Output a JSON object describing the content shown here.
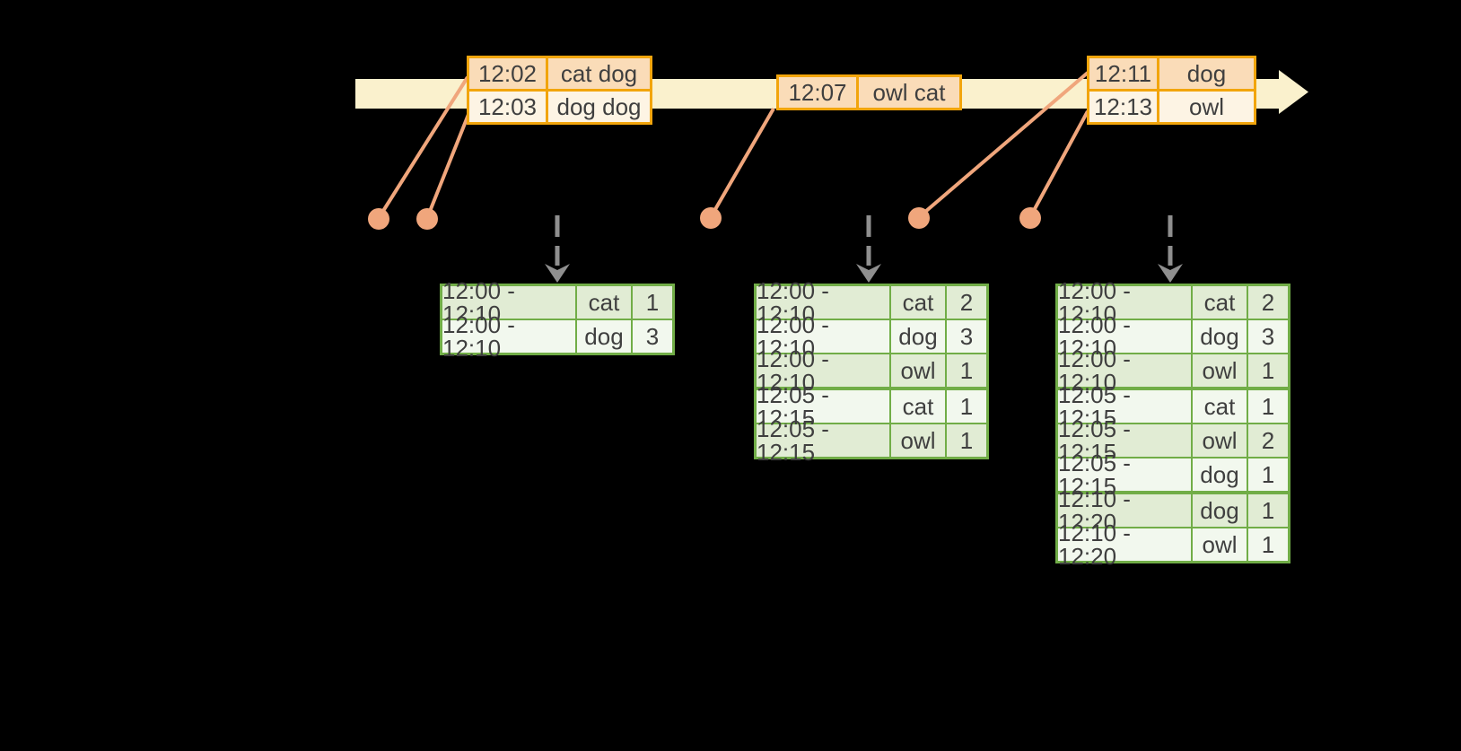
{
  "colors": {
    "background": "#000000",
    "text": "#3f3f3f",
    "timeline_band": "#faf1cd",
    "event_border": "#f2a50c",
    "event_row_dark": "#fadcb8",
    "event_row_light": "#fdf4e4",
    "connector": "#f0a67c",
    "trigger_arrow": "#8f8f8f",
    "result_border": "#71ad47",
    "result_row_dark": "#e1ecd4",
    "result_row_light": "#f2f8ee"
  },
  "timeline": {
    "event_batches": [
      {
        "rows": [
          {
            "time": "12:02",
            "words": "cat dog"
          },
          {
            "time": "12:03",
            "words": "dog dog"
          }
        ]
      },
      {
        "rows": [
          {
            "time": "12:07",
            "words": "owl cat"
          }
        ]
      },
      {
        "rows": [
          {
            "time": "12:11",
            "words": "dog"
          },
          {
            "time": "12:13",
            "words": "owl"
          }
        ]
      }
    ]
  },
  "result_tables": [
    {
      "rows": [
        [
          "12:00 - 12:10",
          "cat",
          "1"
        ],
        [
          "12:00 - 12:10",
          "dog",
          "3"
        ]
      ],
      "group_breaks": []
    },
    {
      "rows": [
        [
          "12:00 - 12:10",
          "cat",
          "2"
        ],
        [
          "12:00 - 12:10",
          "dog",
          "3"
        ],
        [
          "12:00 - 12:10",
          "owl",
          "1"
        ],
        [
          "12:05 - 12:15",
          "cat",
          "1"
        ],
        [
          "12:05 - 12:15",
          "owl",
          "1"
        ]
      ],
      "group_breaks": [
        3
      ]
    },
    {
      "rows": [
        [
          "12:00 - 12:10",
          "cat",
          "2"
        ],
        [
          "12:00 - 12:10",
          "dog",
          "3"
        ],
        [
          "12:00 - 12:10",
          "owl",
          "1"
        ],
        [
          "12:05 - 12:15",
          "cat",
          "1"
        ],
        [
          "12:05 - 12:15",
          "owl",
          "2"
        ],
        [
          "12:05 - 12:15",
          "dog",
          "1"
        ],
        [
          "12:10 - 12:20",
          "dog",
          "1"
        ],
        [
          "12:10 - 12:20",
          "owl",
          "1"
        ]
      ],
      "group_breaks": [
        3,
        6
      ]
    }
  ]
}
